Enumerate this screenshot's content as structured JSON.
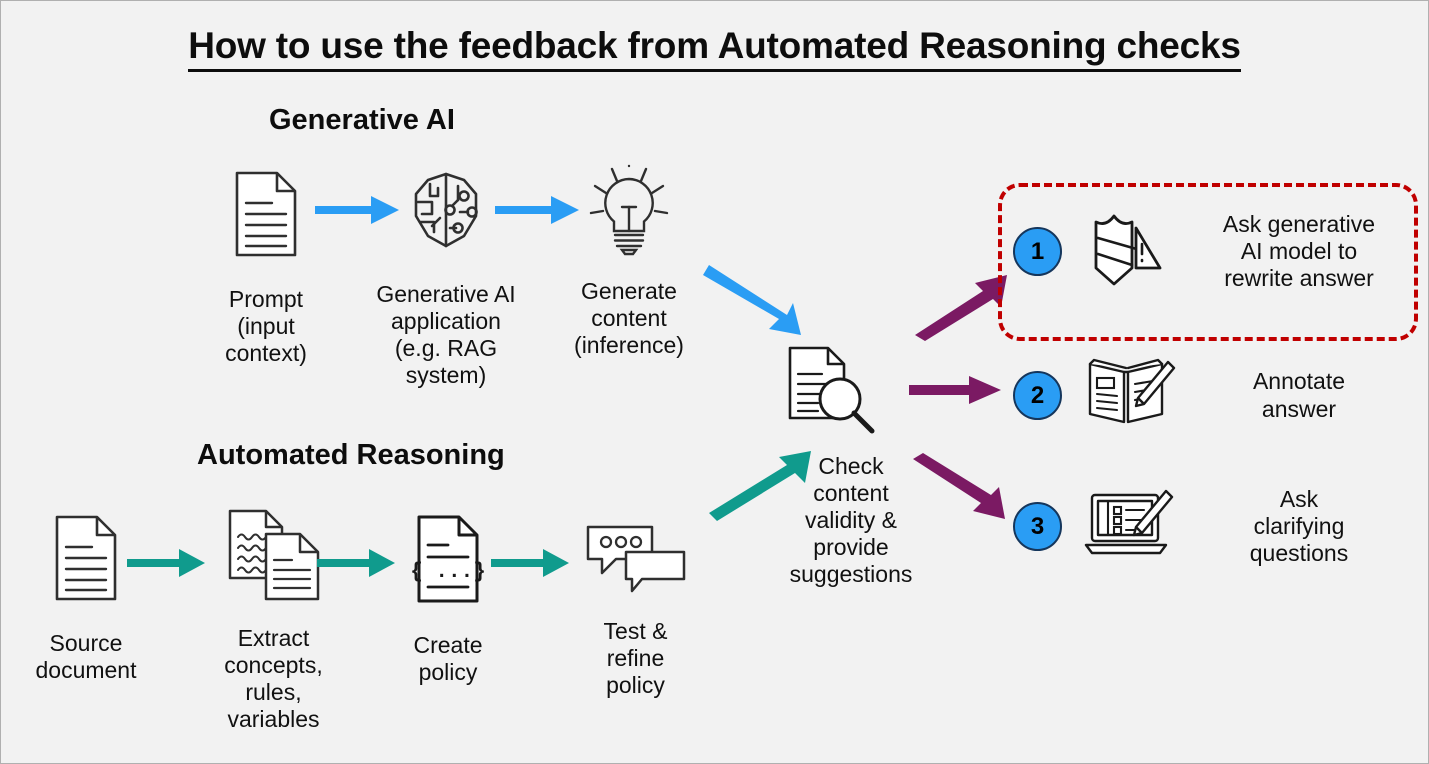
{
  "title": "How to use the feedback from Automated Reasoning checks",
  "colors": {
    "background": "#f2f2f2",
    "border": "#b0b0b0",
    "blue_arrow": "#2a9df4",
    "teal_arrow": "#109b8d",
    "purple_arrow": "#7b1a63",
    "badge_fill": "#2a9df4",
    "badge_stroke": "#15365c",
    "highlight_dash": "#c00000",
    "icon_stroke": "#2f2f2f"
  },
  "sections": {
    "generative_ai": {
      "heading": "Generative AI",
      "steps": [
        {
          "icon": "document-icon",
          "label": "Prompt\n(input\ncontext)"
        },
        {
          "icon": "brain-chip-icon",
          "label": "Generative AI\napplication\n(e.g. RAG\nsystem)"
        },
        {
          "icon": "lightbulb-icon",
          "label": "Generate\ncontent\n(inference)"
        }
      ]
    },
    "automated_reasoning": {
      "heading": "Automated Reasoning",
      "steps": [
        {
          "icon": "document-icon",
          "label": "Source\ndocument"
        },
        {
          "icon": "two-documents-icon",
          "label": "Extract\nconcepts,\nrules,\nvariables"
        },
        {
          "icon": "policy-document-icon",
          "label": "Create\npolicy"
        },
        {
          "icon": "chat-bubbles-icon",
          "label": "Test &\nrefine\npolicy"
        }
      ]
    }
  },
  "center": {
    "icon": "document-magnifier-icon",
    "label": "Check\ncontent\nvalidity &\nprovide\nsuggestions"
  },
  "options": [
    {
      "number": "1",
      "icon": "shield-warning-icon",
      "label": "Ask generative\nAI model to\nrewrite answer",
      "highlighted": true
    },
    {
      "number": "2",
      "icon": "book-pencil-icon",
      "label": "Annotate\nanswer",
      "highlighted": false
    },
    {
      "number": "3",
      "icon": "laptop-checklist-pencil-icon",
      "label": "Ask\nclarifying\nquestions",
      "highlighted": false
    }
  ]
}
